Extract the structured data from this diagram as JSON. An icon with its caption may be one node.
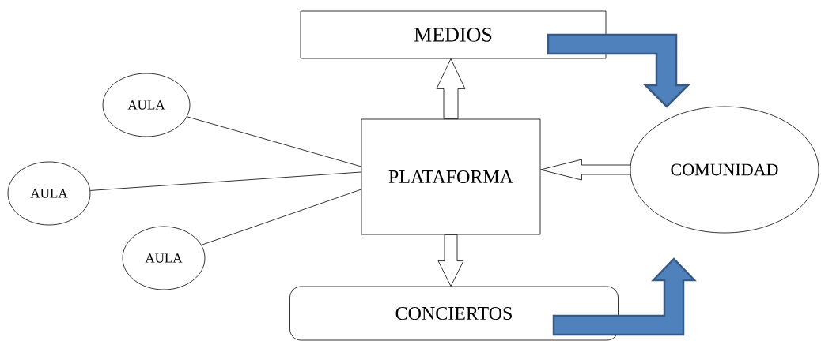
{
  "diagram": {
    "nodes": [
      {
        "text": [
          "MEDIOS"
        ]
      },
      {
        "text": [
          "AULA"
        ]
      },
      {
        "text": [
          "PLATAFORMA"
        ]
      },
      {
        "text": [
          "COMUNIDAD"
        ]
      },
      {
        "text": [
          "AULA"
        ]
      },
      {
        "text": [
          "AULA"
        ]
      },
      {
        "text": [
          "CONCIERTOS"
        ]
      }
    ],
    "edges": [
      {
        "from": 2,
        "to": 0,
        "arrow": "to"
      },
      {
        "from": 1,
        "to": 2,
        "arrow": "none"
      },
      {
        "from": 4,
        "to": 2,
        "arrow": "none"
      },
      {
        "from": 5,
        "to": 2,
        "arrow": "none"
      },
      {
        "from": 3,
        "to": 2,
        "arrow": "to"
      },
      {
        "from": 2,
        "to": 6,
        "arrow": "to"
      },
      {
        "from": 0,
        "to": 3,
        "arrow": "to",
        "style": "thick",
        "color": "#4f81bd"
      },
      {
        "from": 6,
        "to": 3,
        "arrow": "to",
        "style": "thick",
        "color": "#4f81bd"
      }
    ]
  }
}
